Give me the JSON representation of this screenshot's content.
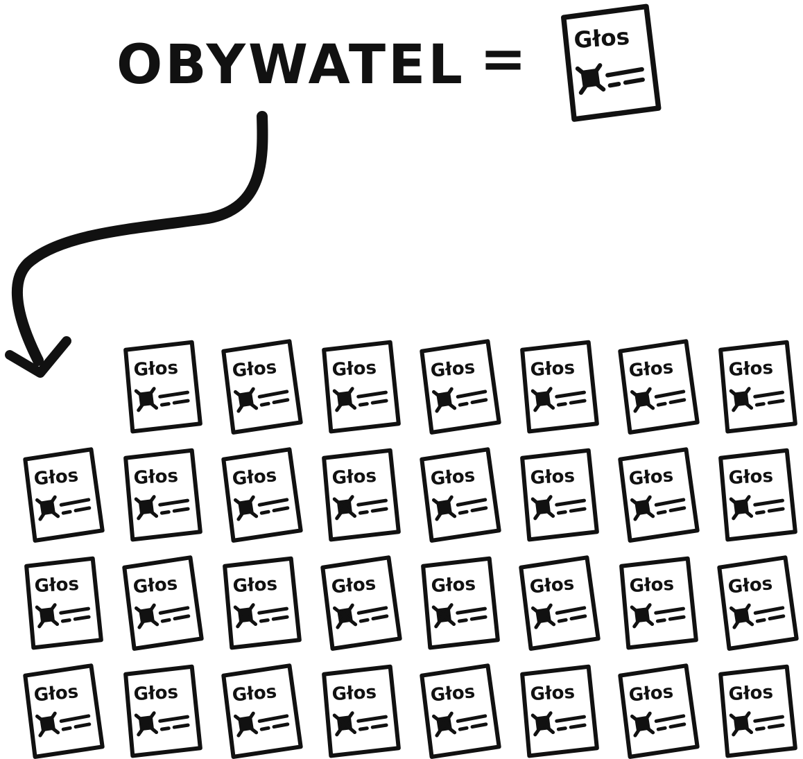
{
  "heading": {
    "word": "OBYWATEL",
    "equals": "="
  },
  "ballot": {
    "title": "Głos",
    "icon": "ballot-icon"
  },
  "grid": {
    "rows": [
      7,
      8,
      8,
      8
    ]
  },
  "colors": {
    "ink": "#111111",
    "paper": "#ffffff"
  }
}
